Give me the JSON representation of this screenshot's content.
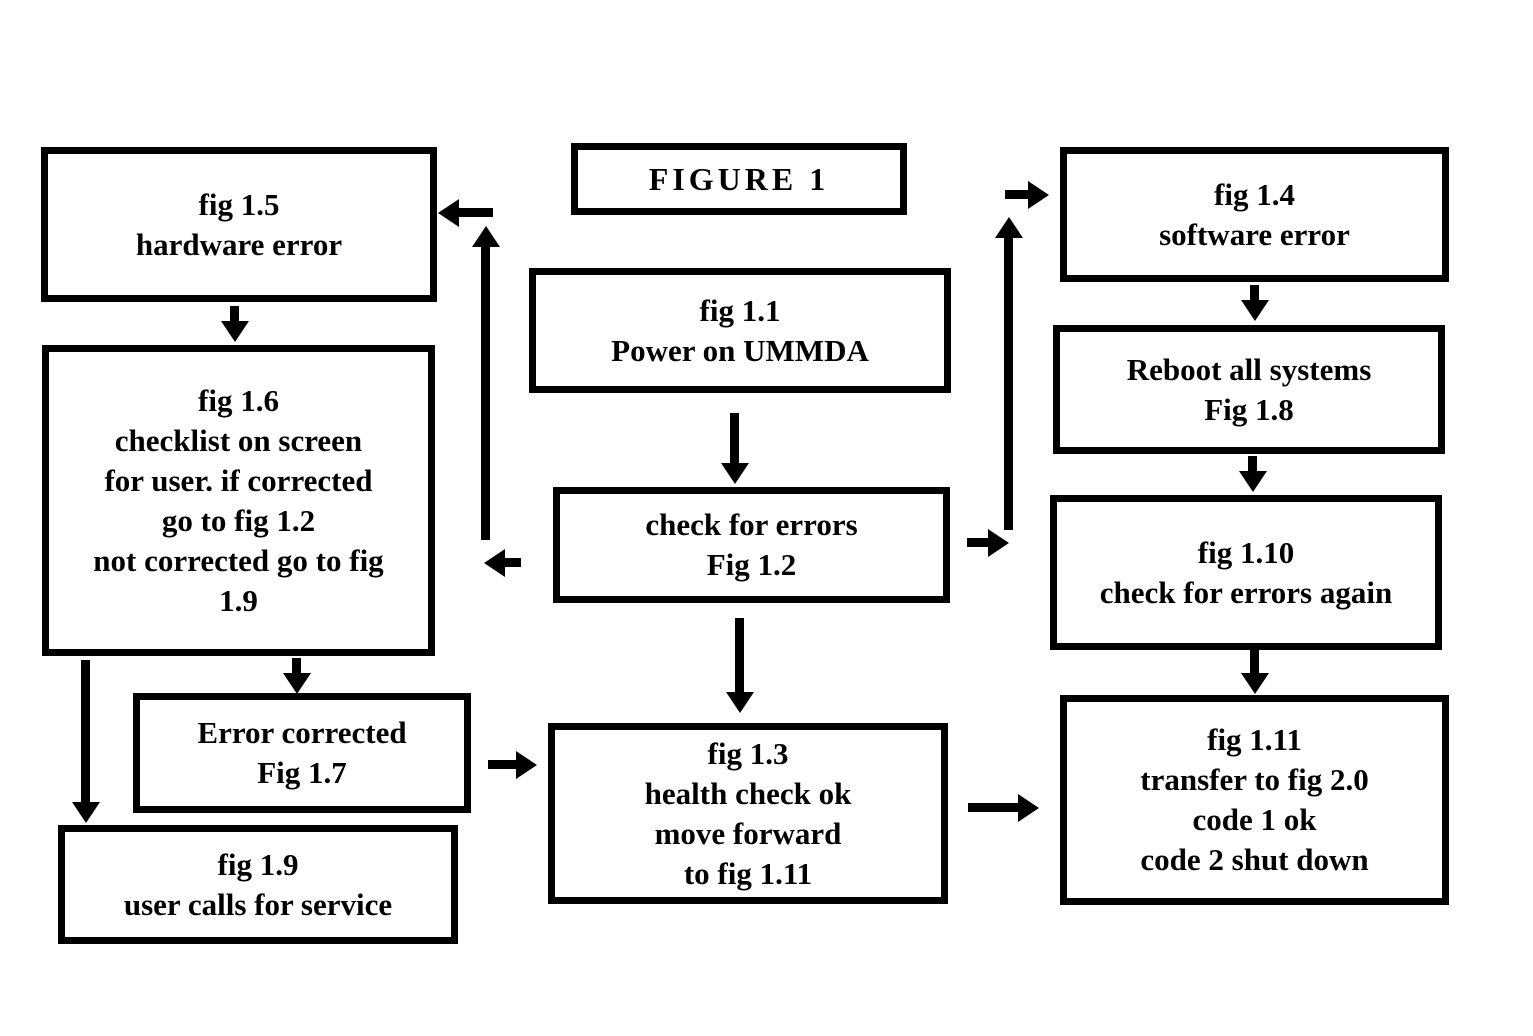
{
  "figure": {
    "title": "FIGURE 1",
    "colors": {
      "ink": "#000000",
      "background": "#ffffff"
    },
    "nodes": {
      "fig_1_1": "fig 1.1\nPower on UMMDA",
      "fig_1_2": "check for errors\nFig 1.2",
      "fig_1_3": "fig 1.3\nhealth check ok\nmove forward\nto fig 1.11",
      "fig_1_4": "fig 1.4\nsoftware error",
      "fig_1_5": "fig 1.5\nhardware error",
      "fig_1_6": "fig 1.6\nchecklist on screen\nfor user. if corrected\ngo to fig 1.2\nnot corrected go to fig\n1.9",
      "fig_1_7": "Error corrected\nFig 1.7",
      "fig_1_8": "Reboot all systems\nFig 1.8",
      "fig_1_9": "fig 1.9\nuser calls for service",
      "fig_1_10": "fig 1.10\ncheck for errors again",
      "fig_1_11": "fig 1.11\ntransfer to fig 2.0\ncode 1 ok\ncode 2 shut down"
    },
    "edges": [
      {
        "from": "fig_1_1",
        "to": "fig_1_2"
      },
      {
        "from": "fig_1_2",
        "to": "fig_1_3"
      },
      {
        "from": "fig_1_2",
        "to": "fig_1_4"
      },
      {
        "from": "fig_1_2",
        "to": "fig_1_5"
      },
      {
        "from": "fig_1_5",
        "to": "fig_1_6"
      },
      {
        "from": "fig_1_6",
        "to": "fig_1_7"
      },
      {
        "from": "fig_1_6",
        "to": "fig_1_9"
      },
      {
        "from": "fig_1_7",
        "to": "fig_1_3"
      },
      {
        "from": "fig_1_3",
        "to": "fig_1_11"
      },
      {
        "from": "fig_1_4",
        "to": "fig_1_8"
      },
      {
        "from": "fig_1_8",
        "to": "fig_1_10"
      },
      {
        "from": "fig_1_10",
        "to": "fig_1_11"
      }
    ]
  }
}
